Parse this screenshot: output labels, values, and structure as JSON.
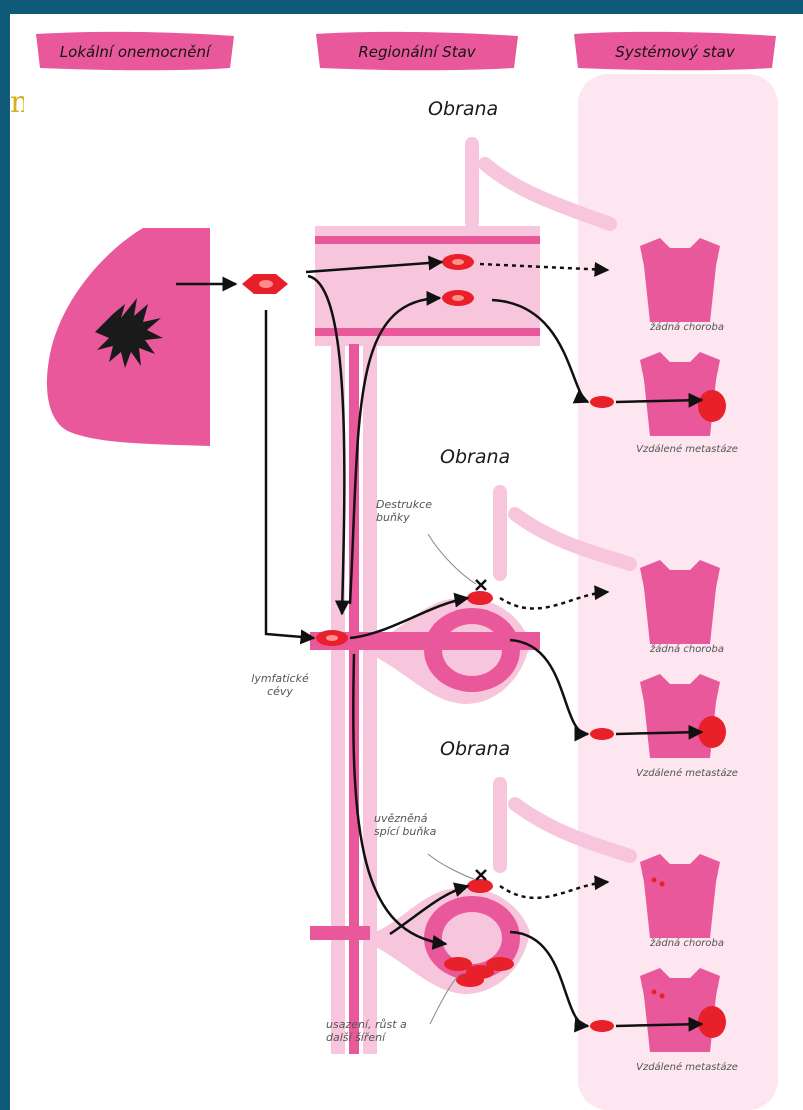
{
  "headers": {
    "local": "Lokální onemocnění",
    "regional": "Regionální Stav",
    "systemic": "Systémový stav"
  },
  "defense_labels": [
    "Obrana",
    "Obrana",
    "Obrana"
  ],
  "outcomes": [
    "žádná choroba",
    "Vzdálené metastáze",
    "žádná choroba",
    "Vzdálené metastáze",
    "žádná choroba",
    "Vzdálené metastáze"
  ],
  "annotations": {
    "cell_destruction": "Destrukce buňky",
    "lymph_vessels": "lymfatické cévy",
    "dormant_cell": "uvězněná spící buňka",
    "settle_grow": "usazení, růst a další šíření"
  },
  "colors": {
    "pink": "#e8589a",
    "light_pink": "#f7c6dc",
    "pale_pink": "#fde6ef",
    "tumor_red": "#e8202a",
    "frame": "#0e5a78"
  },
  "edge_glyph": "n"
}
